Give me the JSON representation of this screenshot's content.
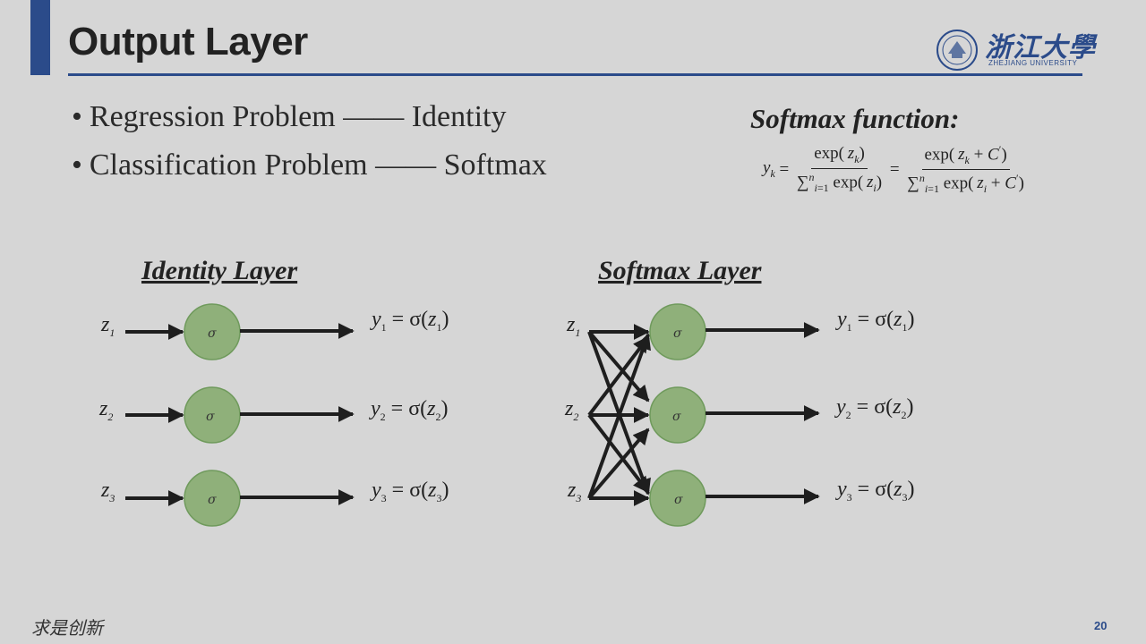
{
  "slide": {
    "title": "Output Layer",
    "page_number": "20",
    "footer_motto": "求是创新"
  },
  "logo": {
    "name": "浙江大學",
    "subtitle": "ZHEJIANG UNIVERSITY"
  },
  "bullets": [
    {
      "text": "Regression Problem —— Identity"
    },
    {
      "text": "Classification Problem —— Softmax"
    }
  ],
  "softmax": {
    "title": "Softmax function:"
  },
  "identity_layer": {
    "heading": "Identity Layer",
    "inputs": [
      "z1",
      "z2",
      "z3"
    ],
    "neuron_symbol": "σ",
    "outputs": [
      "y1 = σ(z1)",
      "y2 = σ(z2)",
      "y3 = σ(z3)"
    ]
  },
  "softmax_layer": {
    "heading": "Softmax Layer",
    "inputs": [
      "z1",
      "z2",
      "z3"
    ],
    "neuron_symbol": "σ",
    "outputs": [
      "y1 = σ(z1)",
      "y2 = σ(z2)",
      "y3 = σ(z3)"
    ]
  },
  "colors": {
    "accent": "#2b4b8a",
    "neuron_fill": "#8fb07a",
    "neuron_stroke": "#6f9a5c",
    "background": "#d6d6d6"
  }
}
